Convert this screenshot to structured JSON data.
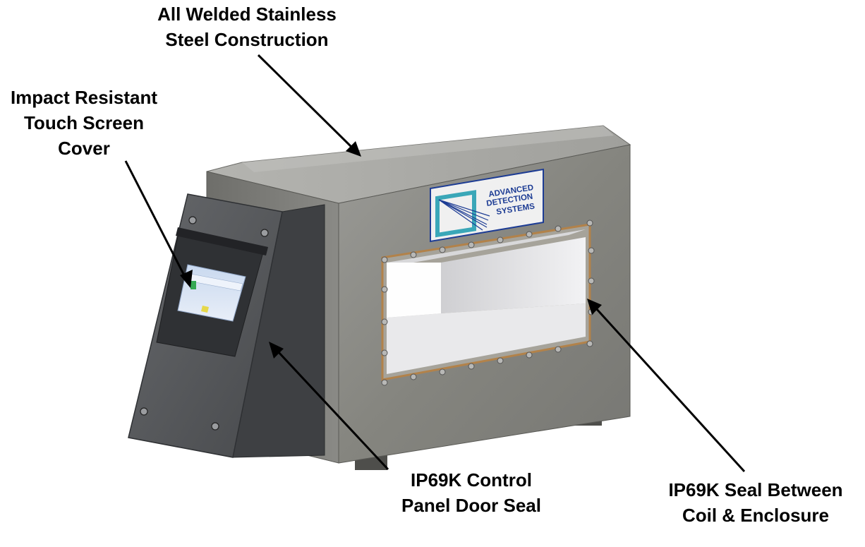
{
  "callouts": {
    "construction": {
      "lines": [
        "All Welded Stainless",
        "Steel Construction"
      ]
    },
    "touch_screen": {
      "lines": [
        "Impact Resistant",
        "Touch Screen",
        "Cover"
      ]
    },
    "door_seal": {
      "lines": [
        "IP69K Control",
        "Panel Door Seal"
      ]
    },
    "coil_seal": {
      "lines": [
        "IP69K Seal Between",
        "Coil & Enclosure"
      ]
    }
  },
  "logo": {
    "lines": [
      "ADVANCED",
      "DETECTION",
      "SYSTEMS"
    ]
  },
  "colors": {
    "steel": "#8a8a86",
    "steel_dark": "#5d5d5a",
    "panel": "#55575a",
    "aperture": "#e4e4e6",
    "logo_blue": "#1d3c94",
    "logo_teal": "#3aa7b8"
  }
}
